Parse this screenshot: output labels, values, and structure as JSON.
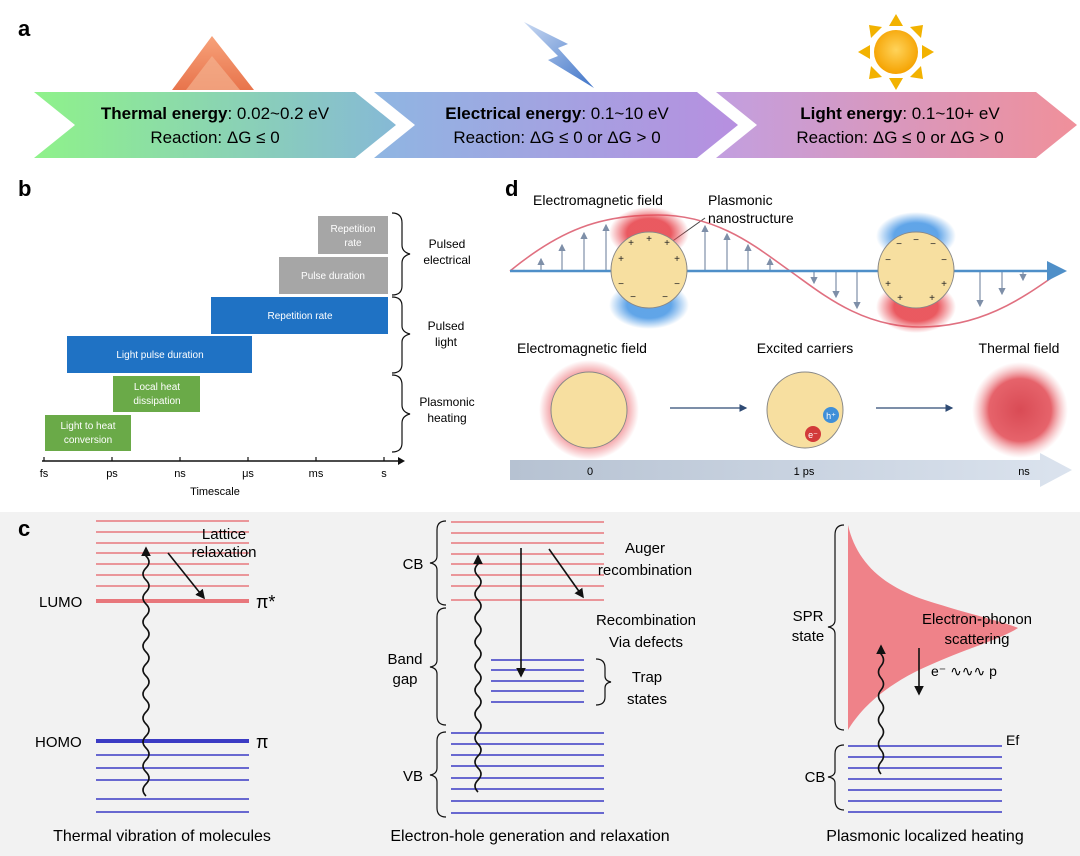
{
  "panels": {
    "a": {
      "letter": "a",
      "chevrons": [
        {
          "title": "Thermal energy",
          "range": ": 0.02~0.2 eV",
          "reaction": "Reaction: ΔG ≤ 0"
        },
        {
          "title": "Electrical energy",
          "range": ": 0.1~10 eV",
          "reaction": "Reaction: ΔG ≤ 0 or ΔG > 0"
        },
        {
          "title": "Light energy",
          "range": ": 0.1~10+ eV",
          "reaction": "Reaction: ΔG ≤ 0 or ΔG > 0"
        }
      ],
      "icons": [
        "flame-mountain-icon",
        "lightning-icon",
        "sun-icon"
      ]
    },
    "b": {
      "letter": "b",
      "axis_title": "Timescale",
      "ticks": [
        "fs",
        "ps",
        "ns",
        "μs",
        "ms",
        "s"
      ],
      "bars": [
        {
          "label": "Repetition rate",
          "lines": [
            "Repetition",
            "rate"
          ],
          "color": "#a6a6a6"
        },
        {
          "label": "Pulse duration",
          "lines": [
            "Pulse duration"
          ],
          "color": "#a6a6a6"
        },
        {
          "label": "Repetition rate",
          "lines": [
            "Repetition rate"
          ],
          "color": "#1f72c4"
        },
        {
          "label": "Light pulse duration",
          "lines": [
            "Light pulse duration"
          ],
          "color": "#1f72c4"
        },
        {
          "label": "Local heat dissipation",
          "lines": [
            "Local heat",
            "dissipation"
          ],
          "color": "#6aaa48"
        },
        {
          "label": "Light to heat conversion",
          "lines": [
            "Light to heat",
            "conversion"
          ],
          "color": "#6aaa48"
        }
      ],
      "groups": [
        {
          "lines": [
            "Pulsed",
            "electrical"
          ]
        },
        {
          "lines": [
            "Pulsed",
            "light"
          ]
        },
        {
          "lines": [
            "Plasmonic",
            "heating"
          ]
        }
      ]
    },
    "c": {
      "letter": "c",
      "molecule": {
        "lattice": [
          "Lattice",
          "relaxation"
        ],
        "lumo": "LUMO",
        "homo": "HOMO",
        "pi_star": "π*",
        "pi": "π",
        "caption": "Thermal vibration of molecules"
      },
      "semiconductor": {
        "cb": "CB",
        "vb": "VB",
        "band_gap": [
          "Band",
          "gap"
        ],
        "auger": [
          "Auger",
          "recombination"
        ],
        "recomb": [
          "Recombination",
          "Via defects"
        ],
        "trap": [
          "Trap",
          "states"
        ],
        "caption": "Electron-hole generation and relaxation"
      },
      "plasmonic": {
        "spr": [
          "SPR",
          "state"
        ],
        "scattering": [
          "Electron-phonon",
          "scattering"
        ],
        "e_p": "e⁻ ∿∿∿ p",
        "ef": "Ef",
        "cb": "CB",
        "caption": "Plasmonic localized heating"
      }
    },
    "d": {
      "letter": "d",
      "em_field": "Electromagnetic field",
      "nano": [
        "Plasmonic",
        "nanostructure"
      ],
      "stages": [
        "Electromagnetic field",
        "Excited carriers",
        "Thermal field"
      ],
      "carriers": {
        "hole": "h⁺",
        "electron": "e⁻"
      },
      "timeline": [
        "0",
        "1 ps",
        "ns"
      ]
    }
  },
  "colors": {
    "red_level": "#e8777c",
    "blue_level": "#3b3bc4",
    "axis_blue": "#4f8fc8",
    "gold": "#f7dfa0",
    "glow_red": "#e8474f",
    "glow_blue": "#4f9be6"
  }
}
